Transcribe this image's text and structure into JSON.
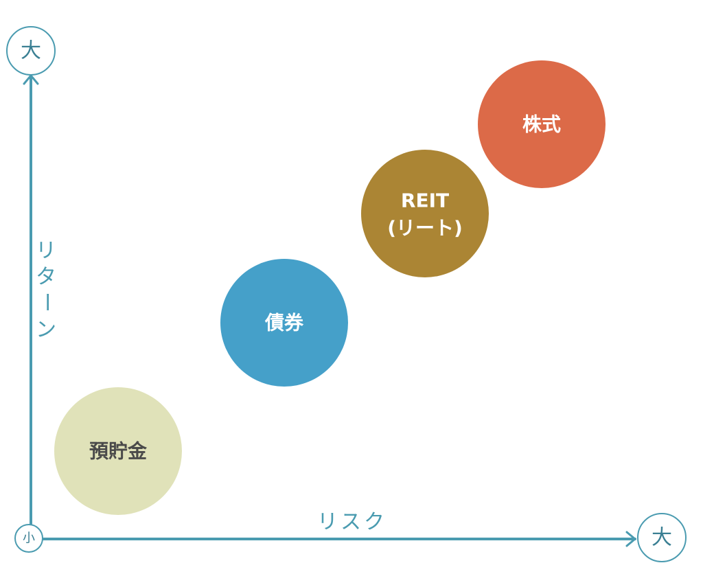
{
  "axes": {
    "y_label_chars": [
      "リ",
      "タ",
      "ー",
      "ン"
    ],
    "x_label": "リスク",
    "origin_badge": "小",
    "y_max_badge": "大",
    "x_max_badge": "大",
    "color": "#4a9bb0"
  },
  "assets": [
    {
      "key": "deposit",
      "lines": [
        "預貯金"
      ],
      "color": "#e0e2b9",
      "text_color": "#4a4a4a"
    },
    {
      "key": "bonds",
      "lines": [
        "債券"
      ],
      "color": "#45a0c9",
      "text_color": "#ffffff"
    },
    {
      "key": "reit",
      "lines": [
        "REIT",
        "(リート)"
      ],
      "color": "#ab8534",
      "text_color": "#ffffff"
    },
    {
      "key": "stocks",
      "lines": [
        "株式"
      ],
      "color": "#dc6a48",
      "text_color": "#ffffff"
    }
  ]
}
